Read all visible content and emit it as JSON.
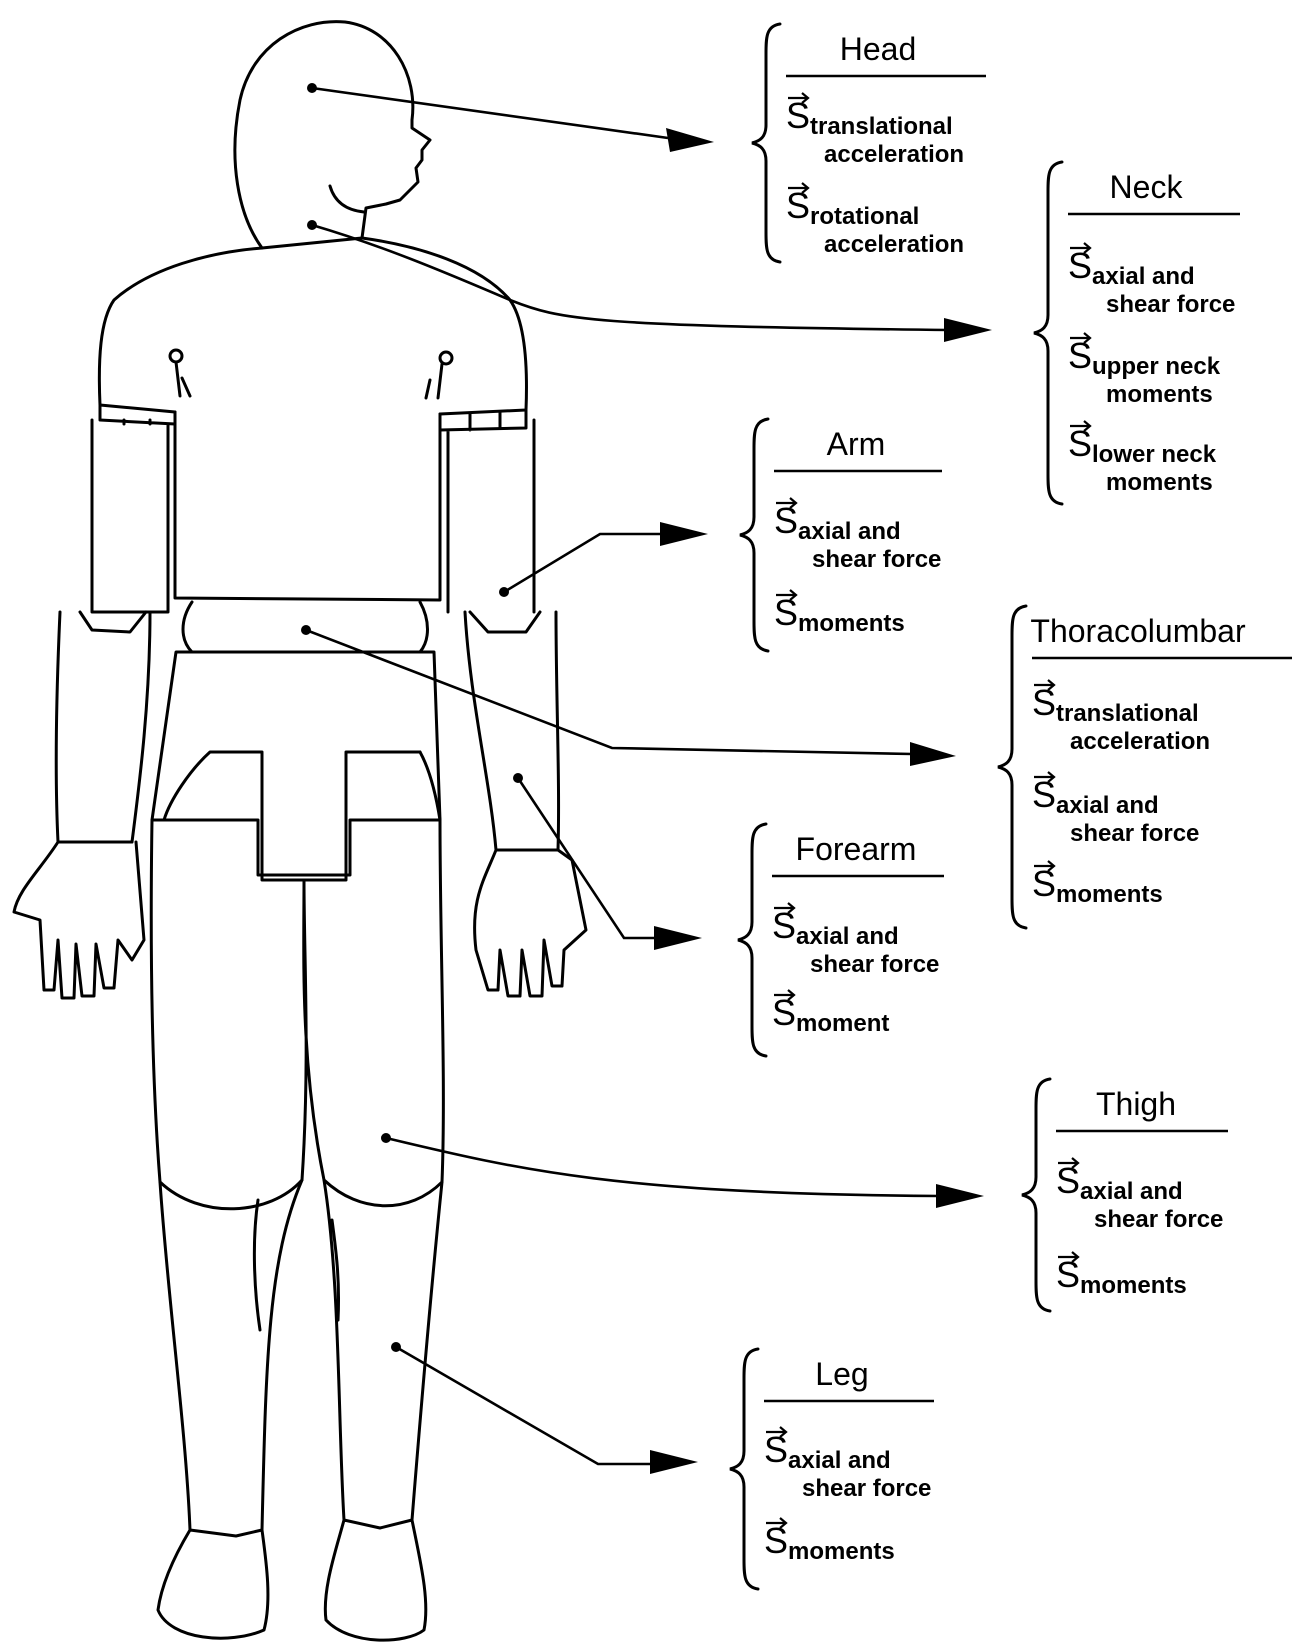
{
  "vector_symbol": "S",
  "groups": {
    "head": {
      "title": "Head",
      "items": [
        {
          "lines": [
            "translational",
            "acceleration"
          ]
        },
        {
          "lines": [
            "rotational",
            "acceleration"
          ]
        }
      ]
    },
    "neck": {
      "title": "Neck",
      "items": [
        {
          "lines": [
            "axial and",
            "shear force"
          ]
        },
        {
          "lines": [
            "upper neck",
            "moments"
          ]
        },
        {
          "lines": [
            "lower neck",
            "moments"
          ]
        }
      ]
    },
    "arm": {
      "title": "Arm",
      "items": [
        {
          "lines": [
            "axial and",
            "shear force"
          ]
        },
        {
          "lines": [
            "moments"
          ]
        }
      ]
    },
    "thoracolumbar": {
      "title": "Thoracolumbar",
      "items": [
        {
          "lines": [
            "translational",
            "acceleration"
          ]
        },
        {
          "lines": [
            "axial and",
            "shear force"
          ]
        },
        {
          "lines": [
            "moments"
          ]
        }
      ]
    },
    "forearm": {
      "title": "Forearm",
      "items": [
        {
          "lines": [
            "axial and",
            "shear force"
          ]
        },
        {
          "lines": [
            "moment"
          ]
        }
      ]
    },
    "thigh": {
      "title": "Thigh",
      "items": [
        {
          "lines": [
            "axial and",
            "shear force"
          ]
        },
        {
          "lines": [
            "moments"
          ]
        }
      ]
    },
    "leg": {
      "title": "Leg",
      "items": [
        {
          "lines": [
            "axial and",
            "shear force"
          ]
        },
        {
          "lines": [
            "moments"
          ]
        }
      ]
    }
  }
}
